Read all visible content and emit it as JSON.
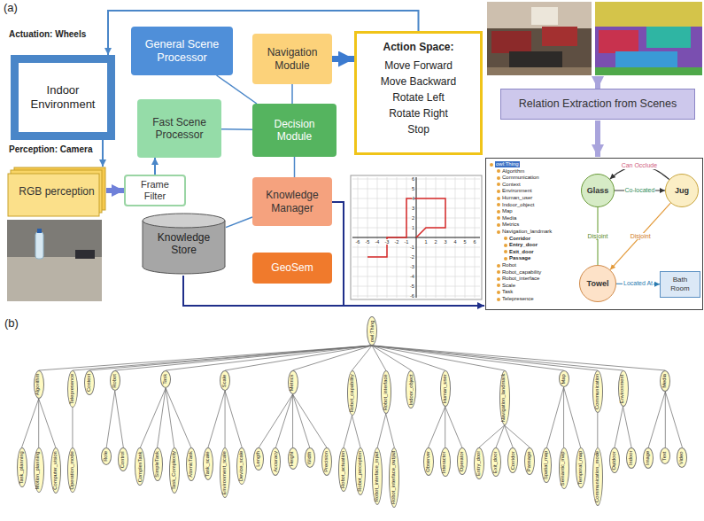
{
  "diagram": {
    "nodes": [
      {
        "text": [
          "Indoor Environment"
        ]
      },
      {
        "text": [
          "General Scene Processor"
        ]
      },
      {
        "text": [
          "Navigation Module"
        ]
      },
      {
        "text": [
          "Action Space:",
          "Move Forward Move Backward Rotate Left Rotate Right Stop"
        ]
      },
      {
        "text": [
          "Fast Scene Processor"
        ]
      },
      {
        "text": [
          "Decision Module"
        ]
      },
      {
        "text": [
          "RGB perception"
        ]
      },
      {
        "text": [
          "Frame Filter"
        ]
      },
      {
        "text": [
          "Knowledge Manager"
        ]
      },
      {
        "text": [
          "Knowledge Store"
        ]
      },
      {
        "text": [
          "GeoSem"
        ]
      },
      {
        "text": [
          "Relation Extraction from Scenes"
        ]
      },
      {
        "text": [
          "Glass"
        ]
      },
      {
        "text": [
          "Jug"
        ]
      },
      {
        "text": [
          "Towel"
        ]
      },
      {
        "text": [
          "Bath Room"
        ]
      },
      {
        "text": [
          "owl:Thing"
        ]
      },
      {
        "text": [
          "Algorithm"
        ]
      },
      {
        "text": [
          "Telepresence"
        ]
      },
      {
        "text": [
          "Context"
        ]
      },
      {
        "text": [
          "Robot"
        ]
      },
      {
        "text": [
          "Task"
        ]
      },
      {
        "text": [
          "Scale"
        ]
      },
      {
        "text": [
          "Metrics"
        ]
      },
      {
        "text": [
          "Robot_capability"
        ]
      },
      {
        "text": [
          "Robot_interface"
        ]
      },
      {
        "text": [
          "Indoor_object"
        ]
      },
      {
        "text": [
          "Human_user"
        ]
      },
      {
        "text": [
          "Navigation_landmark"
        ]
      },
      {
        "text": [
          "Map"
        ]
      },
      {
        "text": [
          "Communication"
        ]
      },
      {
        "text": [
          "Environment"
        ]
      },
      {
        "text": [
          "Media"
        ]
      },
      {
        "text": [
          "Task_planning"
        ]
      },
      {
        "text": [
          "Motion_planning"
        ]
      },
      {
        "text": [
          "Computer_vision"
        ]
      },
      {
        "text": [
          "Operation_mode"
        ]
      },
      {
        "text": [
          "Role"
        ]
      },
      {
        "text": [
          "Control"
        ]
      },
      {
        "text": [
          "ComplexTask"
        ]
      },
      {
        "text": [
          "SimpleTask"
        ]
      },
      {
        "text": [
          "Task_Complexity"
        ]
      },
      {
        "text": [
          "AtomicTask"
        ]
      },
      {
        "text": [
          "Task_scale"
        ]
      },
      {
        "text": [
          "Environment_scale"
        ]
      },
      {
        "text": [
          "Device_scale"
        ]
      },
      {
        "text": [
          "Length"
        ]
      },
      {
        "text": [
          "Accuracy"
        ]
      },
      {
        "text": [
          "Height"
        ]
      },
      {
        "text": [
          "Width"
        ]
      },
      {
        "text": [
          "Precision"
        ]
      },
      {
        "text": [
          "Robot_actuation"
        ]
      },
      {
        "text": [
          "Robot_perception"
        ]
      },
      {
        "text": [
          "Robot_interface_input"
        ]
      },
      {
        "text": [
          "Robot_interface_output"
        ]
      },
      {
        "text": [
          "Observer"
        ]
      },
      {
        "text": [
          "Interactor"
        ]
      },
      {
        "text": [
          "Operator"
        ]
      },
      {
        "text": [
          "Entry_door"
        ]
      },
      {
        "text": [
          "Exit_door"
        ]
      },
      {
        "text": [
          "Corridor"
        ]
      },
      {
        "text": [
          "Passage"
        ]
      },
      {
        "text": [
          "Spatial_map"
        ]
      },
      {
        "text": [
          "Semantic_map"
        ]
      },
      {
        "text": [
          "Temporal_map"
        ]
      },
      {
        "text": [
          "Communication_mode"
        ]
      },
      {
        "text": [
          "Outdoor"
        ]
      },
      {
        "text": [
          "Indoor"
        ]
      },
      {
        "text": [
          "Image"
        ]
      },
      {
        "text": [
          "Text"
        ]
      },
      {
        "text": [
          "Video"
        ]
      }
    ],
    "edges": [
      {
        "from": 3,
        "to": 0,
        "arrow": "to"
      },
      {
        "from": 0,
        "to": 6,
        "arrow": "to"
      },
      {
        "from": 6,
        "to": 7,
        "arrow": "to"
      },
      {
        "from": 7,
        "to": 4,
        "arrow": "to"
      },
      {
        "from": 1,
        "to": 5,
        "arrow": "none"
      },
      {
        "from": 4,
        "to": 5,
        "arrow": "none"
      },
      {
        "from": 2,
        "to": 5,
        "arrow": "none"
      },
      {
        "from": 5,
        "to": 8,
        "arrow": "none"
      },
      {
        "from": 9,
        "to": 8,
        "arrow": "none"
      },
      {
        "from": 2,
        "to": 3,
        "arrow": "to"
      },
      {
        "from": 12,
        "to": 13,
        "label": "Co-located",
        "arrow": "to"
      },
      {
        "from": 13,
        "to": 12,
        "label": "Can Occlude",
        "arrow": "to"
      },
      {
        "from": 12,
        "to": 14,
        "label": "Disjoint",
        "arrow": "none"
      },
      {
        "from": 13,
        "to": 14,
        "label": "Disjoint",
        "arrow": "to"
      },
      {
        "from": 14,
        "to": 15,
        "label": "Located At",
        "arrow": "to"
      },
      {
        "from": 16,
        "to": 17,
        "arrow": "none"
      },
      {
        "from": 16,
        "to": 18,
        "arrow": "none"
      },
      {
        "from": 16,
        "to": 19,
        "arrow": "none"
      },
      {
        "from": 16,
        "to": 20,
        "arrow": "none"
      },
      {
        "from": 16,
        "to": 21,
        "arrow": "none"
      },
      {
        "from": 16,
        "to": 22,
        "arrow": "none"
      },
      {
        "from": 16,
        "to": 23,
        "arrow": "none"
      },
      {
        "from": 16,
        "to": 24,
        "arrow": "none"
      },
      {
        "from": 16,
        "to": 25,
        "arrow": "none"
      },
      {
        "from": 16,
        "to": 26,
        "arrow": "none"
      },
      {
        "from": 16,
        "to": 27,
        "arrow": "none"
      },
      {
        "from": 16,
        "to": 28,
        "arrow": "none"
      },
      {
        "from": 16,
        "to": 29,
        "arrow": "none"
      },
      {
        "from": 16,
        "to": 30,
        "arrow": "none"
      },
      {
        "from": 16,
        "to": 31,
        "arrow": "none"
      },
      {
        "from": 16,
        "to": 32,
        "arrow": "none"
      },
      {
        "from": 17,
        "to": 33,
        "arrow": "none"
      },
      {
        "from": 17,
        "to": 34,
        "arrow": "none"
      },
      {
        "from": 17,
        "to": 35,
        "arrow": "none"
      },
      {
        "from": 18,
        "to": 36,
        "arrow": "none"
      },
      {
        "from": 20,
        "to": 37,
        "arrow": "none"
      },
      {
        "from": 20,
        "to": 38,
        "arrow": "none"
      },
      {
        "from": 21,
        "to": 39,
        "arrow": "none"
      },
      {
        "from": 21,
        "to": 40,
        "arrow": "none"
      },
      {
        "from": 21,
        "to": 41,
        "arrow": "none"
      },
      {
        "from": 21,
        "to": 42,
        "arrow": "none"
      },
      {
        "from": 22,
        "to": 43,
        "arrow": "none"
      },
      {
        "from": 22,
        "to": 44,
        "arrow": "none"
      },
      {
        "from": 22,
        "to": 45,
        "arrow": "none"
      },
      {
        "from": 23,
        "to": 46,
        "arrow": "none"
      },
      {
        "from": 23,
        "to": 47,
        "arrow": "none"
      },
      {
        "from": 23,
        "to": 48,
        "arrow": "none"
      },
      {
        "from": 23,
        "to": 49,
        "arrow": "none"
      },
      {
        "from": 23,
        "to": 50,
        "arrow": "none"
      },
      {
        "from": 24,
        "to": 51,
        "arrow": "none"
      },
      {
        "from": 24,
        "to": 52,
        "arrow": "none"
      },
      {
        "from": 25,
        "to": 53,
        "arrow": "none"
      },
      {
        "from": 25,
        "to": 54,
        "arrow": "none"
      },
      {
        "from": 27,
        "to": 55,
        "arrow": "none"
      },
      {
        "from": 27,
        "to": 56,
        "arrow": "none"
      },
      {
        "from": 27,
        "to": 57,
        "arrow": "none"
      },
      {
        "from": 28,
        "to": 58,
        "arrow": "none"
      },
      {
        "from": 28,
        "to": 59,
        "arrow": "none"
      },
      {
        "from": 28,
        "to": 60,
        "arrow": "none"
      },
      {
        "from": 28,
        "to": 61,
        "arrow": "none"
      },
      {
        "from": 29,
        "to": 62,
        "arrow": "none"
      },
      {
        "from": 29,
        "to": 63,
        "arrow": "none"
      },
      {
        "from": 29,
        "to": 64,
        "arrow": "none"
      },
      {
        "from": 30,
        "to": 65,
        "arrow": "none"
      },
      {
        "from": 31,
        "to": 66,
        "arrow": "none"
      },
      {
        "from": 31,
        "to": 67,
        "arrow": "none"
      },
      {
        "from": 32,
        "to": 68,
        "arrow": "none"
      },
      {
        "from": 32,
        "to": 69,
        "arrow": "none"
      },
      {
        "from": 32,
        "to": 70,
        "arrow": "none"
      }
    ],
    "labels": [
      "(a)",
      "Actuation: Wheels",
      "Perception: Camera",
      "owl:Thing",
      "Algorithm",
      "Communication",
      "Context",
      "Environment",
      "Human_user",
      "Indoor_object",
      "Map",
      "Media",
      "Metrics",
      "Navigation_landmark",
      "Corridor",
      "Entry_door",
      "Exit_door",
      "Passage",
      "Robot",
      "Robot_capability",
      "Robot_interface",
      "Scale",
      "Task",
      "Telepresence",
      "-6",
      "-5",
      "-4",
      "-3",
      "-2",
      "-1",
      "1",
      "2",
      "3",
      "4",
      "5",
      "6",
      "6",
      "5",
      "4",
      "3",
      "2",
      "1",
      "-1",
      "-2",
      "-3",
      "-4",
      "-5",
      "-6",
      "(b)"
    ]
  }
}
